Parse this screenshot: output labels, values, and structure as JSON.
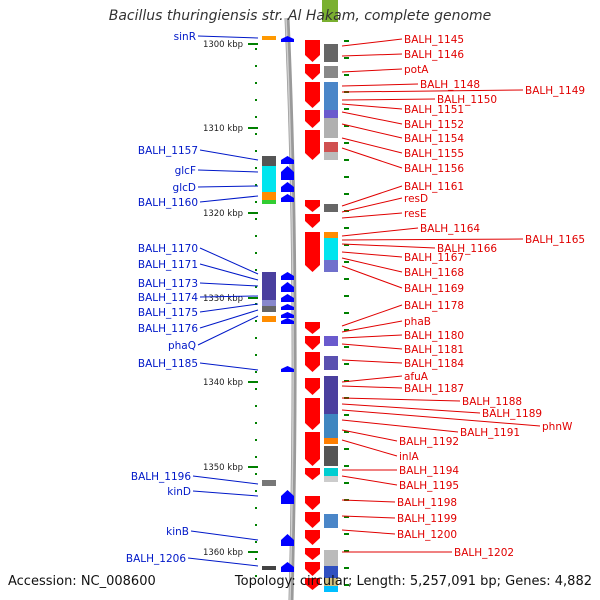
{
  "title": "Bacillus thuringiensis str. Al Hakam, complete genome",
  "footer": {
    "accession": "Accession: NC_008600",
    "topology": "Topology: circular; Length: 5,257,091 bp; Genes: 4,882"
  },
  "colors": {
    "forward_label": "#e00000",
    "reverse_label": "#0018c8",
    "forward_gene": "#ff0000",
    "reverse_gene": "#0000ff",
    "tick": "#008000",
    "backbone": "#9a9a9a"
  },
  "ruler": [
    {
      "label": "1300 kbp"
    },
    {
      "label": "1310 kbp"
    },
    {
      "label": "1320 kbp"
    },
    {
      "label": "1330 kbp"
    },
    {
      "label": "1340 kbp"
    },
    {
      "label": "1350 kbp"
    },
    {
      "label": "1360 kbp"
    }
  ],
  "forward_labels": [
    "BALH_1145",
    "BALH_1146",
    "potA",
    "BALH_1148",
    "BALH_1149",
    "BALH_1150",
    "BALH_1151",
    "BALH_1152",
    "BALH_1154",
    "BALH_1155",
    "BALH_1156",
    "BALH_1161",
    "resD",
    "resE",
    "BALH_1164",
    "BALH_1165",
    "BALH_1166",
    "BALH_1167",
    "BALH_1168",
    "BALH_1169",
    "BALH_1178",
    "phaB",
    "BALH_1180",
    "BALH_1181",
    "BALH_1184",
    "afuA",
    "BALH_1187",
    "BALH_1188",
    "BALH_1189",
    "phnW",
    "BALH_1191",
    "BALH_1192",
    "inlA",
    "BALH_1194",
    "BALH_1195",
    "BALH_1198",
    "BALH_1199",
    "BALH_1200",
    "BALH_1202"
  ],
  "reverse_labels": [
    "sinR",
    "BALH_1157",
    "glcF",
    "glcD",
    "BALH_1160",
    "BALH_1170",
    "BALH_1171",
    "BALH_1173",
    "BALH_1174",
    "BALH_1175",
    "BALH_1176",
    "phaQ",
    "BALH_1185",
    "BALH_1196",
    "kinD",
    "kinB",
    "BALH_1206"
  ]
}
